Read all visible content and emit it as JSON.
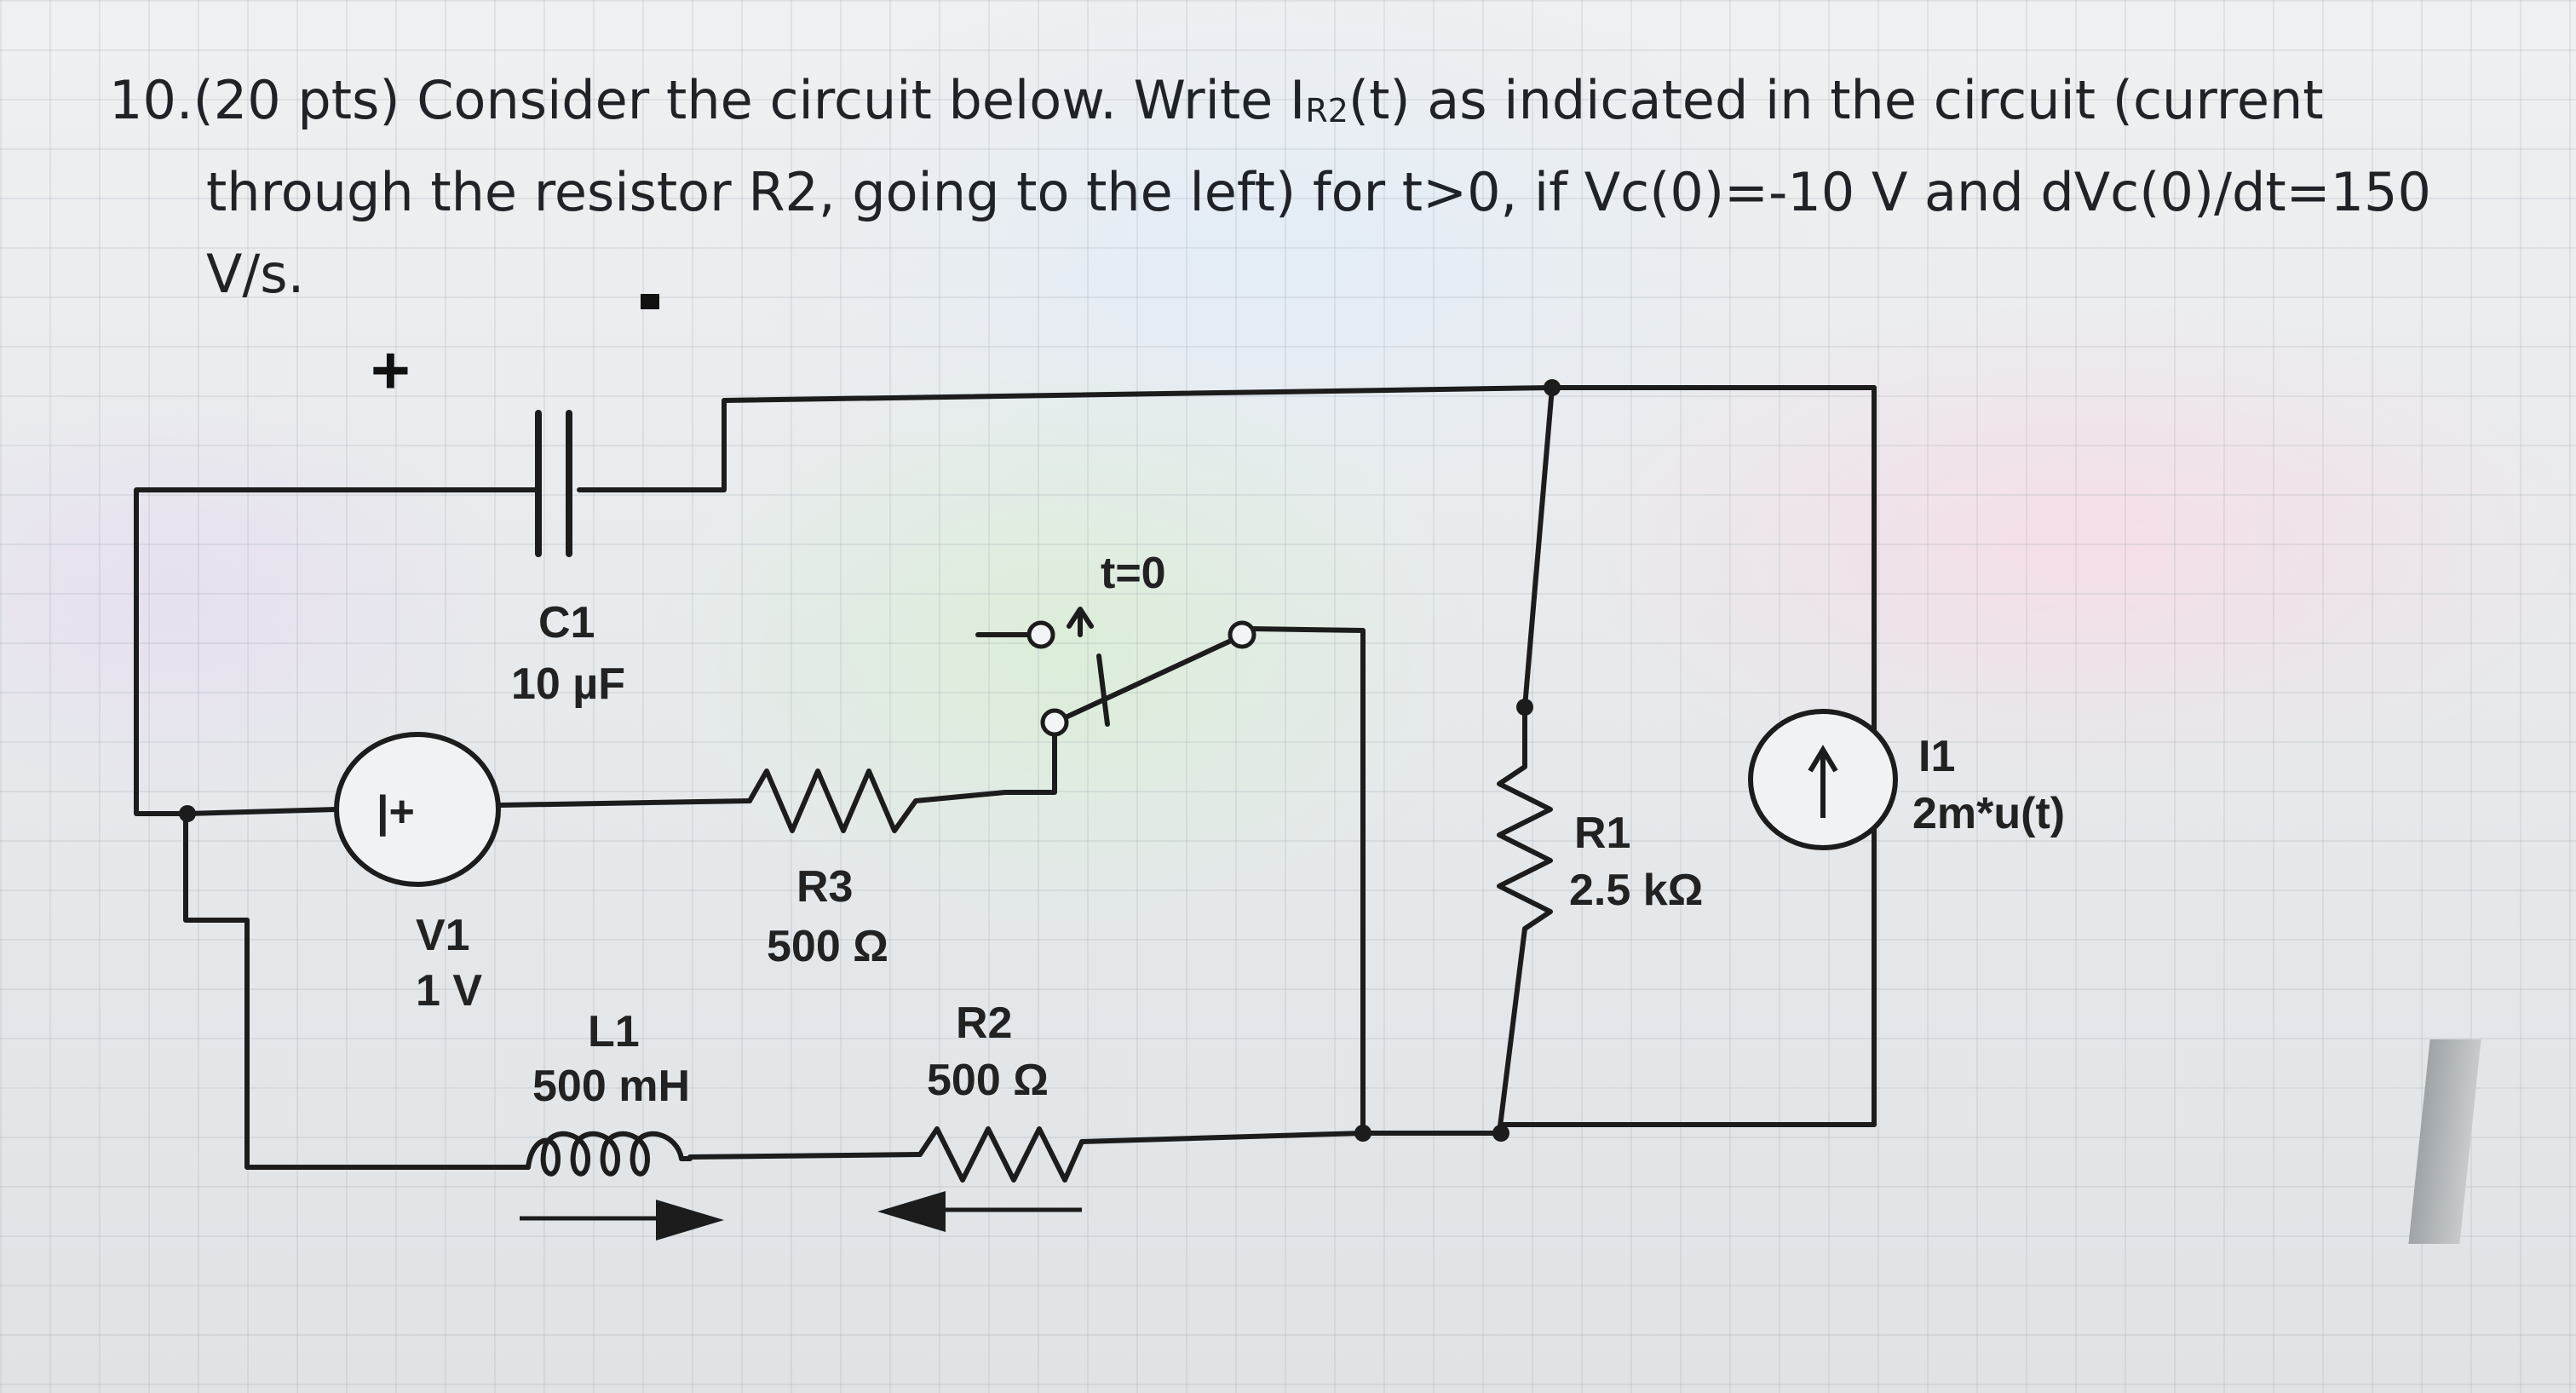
{
  "question": {
    "number": "10.",
    "line1_before_sub": "(20 pts) Consider the circuit below. Write I",
    "line1_sub": "R2",
    "line1_after_sub": "(t) as indicated in the circuit (current",
    "line2": "through the resistor R2, going to the left) for t>0, if Vc(0)=-10 V and dVc(0)/dt=150 V/s."
  },
  "circuit": {
    "capacitor": {
      "name": "C1",
      "value": "10 µF",
      "plus_sign": "+",
      "minus_sign": "-"
    },
    "voltage_source": {
      "name": "V1",
      "value": "1 V",
      "symbol": "|+"
    },
    "resistor_r3": {
      "name": "R3",
      "value": "500 Ω"
    },
    "resistor_r2": {
      "name": "R2",
      "value": "500 Ω"
    },
    "inductor": {
      "name": "L1",
      "value": "500 mH"
    },
    "resistor_r1": {
      "name": "R1",
      "value": "2.5 kΩ"
    },
    "current_source": {
      "name": "I1",
      "value": "2m*u(t)"
    },
    "switch": {
      "label": "t=0"
    }
  },
  "colors": {
    "wire": "#1c1c1c",
    "text": "#222222",
    "background": "#e9ecef"
  }
}
